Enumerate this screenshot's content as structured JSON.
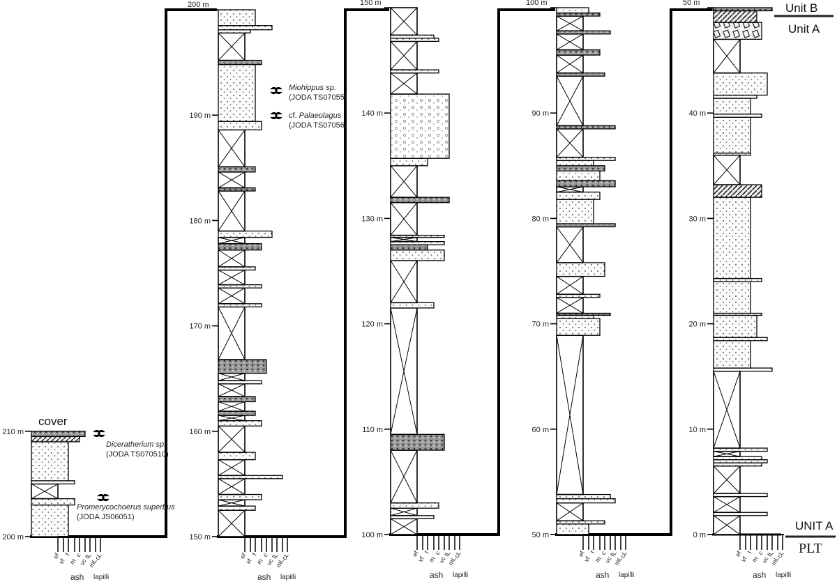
{
  "grain_sizes": [
    "ef",
    "vf",
    "f",
    "m",
    "c",
    "vc",
    "fL",
    "mL",
    "cL"
  ],
  "grain_groups": {
    "ash": "ash",
    "lapilli": "lapilli"
  },
  "unit_labels": {
    "unit_b": "Unit B",
    "unit_a_top": "Unit A",
    "unit_a_bottom": "UNIT A",
    "plt": "PLT"
  },
  "cover_label": "cover",
  "fossils": [
    {
      "name": "Diceratherium sp.",
      "id": "(JODA TS070510)",
      "filled": false
    },
    {
      "name": "Promerycochoerus superbus",
      "id": "(JODA JS06051)",
      "filled": false
    },
    {
      "name": "Miohippus sp.",
      "id": "(JODA TS07055)",
      "filled": true
    },
    {
      "prefix": "cf. ",
      "name": "Palaeolagus",
      "id": "(JODA TS07056)",
      "filled": false
    }
  ],
  "columns": [
    {
      "base_m": 200,
      "top_m": 210,
      "depth_labels": [
        "200 m",
        "210 m"
      ],
      "beds": [
        [
          200,
          203,
          2,
          "tuff"
        ],
        [
          203,
          203.6,
          3,
          "tuff"
        ],
        [
          203.6,
          205,
          0,
          "cover"
        ],
        [
          205,
          205.3,
          3,
          "tuff"
        ],
        [
          205.3,
          209,
          2,
          "tuff"
        ],
        [
          209,
          209.5,
          4,
          "hatch"
        ],
        [
          209.5,
          210,
          5,
          "gravel"
        ]
      ]
    },
    {
      "base_m": 150,
      "top_m": 200,
      "depth_labels": [
        "150 m",
        "160 m",
        "170 m",
        "180 m",
        "190 m",
        "200 m"
      ],
      "beds": [
        [
          150,
          152.5,
          0,
          "cover"
        ],
        [
          152.5,
          152.9,
          2,
          "tuff"
        ],
        [
          152.9,
          153.5,
          0,
          "cover"
        ],
        [
          153.5,
          154,
          3,
          "tuff"
        ],
        [
          154,
          155.5,
          0,
          "cover"
        ],
        [
          155.5,
          155.8,
          7,
          "tuff"
        ],
        [
          155.8,
          157.3,
          0,
          "cover"
        ],
        [
          157.3,
          158,
          2,
          "tuff"
        ],
        [
          158,
          160.5,
          0,
          "cover"
        ],
        [
          160.5,
          161,
          3,
          "tuff"
        ],
        [
          161,
          161.5,
          0,
          "cover"
        ],
        [
          161.5,
          161.9,
          2,
          "gravel"
        ],
        [
          161.9,
          162.8,
          0,
          "cover"
        ],
        [
          162.8,
          163.3,
          2,
          "gravel"
        ],
        [
          163.3,
          164.5,
          0,
          "cover"
        ],
        [
          164.5,
          164.8,
          3,
          "tuff"
        ],
        [
          164.8,
          165.5,
          0,
          "cover"
        ],
        [
          165.5,
          166.8,
          4,
          "gravel"
        ],
        [
          166.8,
          171.8,
          0,
          "cover"
        ],
        [
          171.8,
          172.1,
          3,
          "tuff"
        ],
        [
          172.1,
          173.6,
          0,
          "cover"
        ],
        [
          173.6,
          173.9,
          3,
          "tuff"
        ],
        [
          173.9,
          175.3,
          0,
          "cover"
        ],
        [
          175.3,
          175.6,
          2,
          "tuff"
        ],
        [
          175.6,
          177.2,
          0,
          "cover"
        ],
        [
          177.2,
          177.8,
          3,
          "gravel"
        ],
        [
          177.8,
          178.4,
          0,
          "cover"
        ],
        [
          178.4,
          179,
          5,
          "tuff"
        ],
        [
          179,
          182.8,
          0,
          "cover"
        ],
        [
          182.8,
          183.1,
          2,
          "gravel"
        ],
        [
          183.1,
          184.6,
          0,
          "cover"
        ],
        [
          184.6,
          185.1,
          2,
          "gravel"
        ],
        [
          185.1,
          188.6,
          0,
          "cover"
        ],
        [
          188.6,
          189.4,
          3,
          "tuff"
        ],
        [
          189.4,
          194.8,
          2,
          "tuff"
        ],
        [
          194.8,
          195.2,
          3,
          "gravel"
        ],
        [
          195.2,
          197.8,
          0,
          "cover"
        ],
        [
          197.8,
          198.1,
          1,
          "tuff"
        ],
        [
          198.1,
          198.5,
          5,
          "tuff"
        ],
        [
          198.5,
          200,
          2,
          "tuff"
        ]
      ]
    },
    {
      "base_m": 100,
      "top_m": 150,
      "depth_labels": [
        "100 m",
        "110 m",
        "120 m",
        "130 m",
        "140 m",
        "150 m"
      ],
      "beds": [
        [
          100,
          101.5,
          0,
          "cover"
        ],
        [
          101.5,
          101.8,
          3,
          "tuff"
        ],
        [
          101.8,
          102.5,
          0,
          "cover"
        ],
        [
          102.5,
          103,
          4,
          "tuff"
        ],
        [
          103,
          108,
          0,
          "cover"
        ],
        [
          108,
          109.5,
          5,
          "gravel"
        ],
        [
          109.5,
          121.5,
          0,
          "cover"
        ],
        [
          121.5,
          122,
          3,
          "tuff"
        ],
        [
          122,
          126,
          0,
          "cover"
        ],
        [
          126,
          127,
          5,
          "tuff"
        ],
        [
          127,
          127.5,
          2,
          "gravel"
        ],
        [
          127.5,
          127.8,
          5,
          "tuff"
        ],
        [
          127.8,
          128.2,
          0,
          "cover"
        ],
        [
          128.2,
          128.4,
          5,
          "tuff"
        ],
        [
          128.4,
          131.5,
          0,
          "cover"
        ],
        [
          131.5,
          132,
          6,
          "gravel"
        ],
        [
          132,
          135,
          0,
          "cover"
        ],
        [
          135,
          135.7,
          2,
          "tuff"
        ],
        [
          135.7,
          141.8,
          6,
          "circles"
        ],
        [
          141.8,
          143.8,
          0,
          "cover"
        ],
        [
          143.8,
          144.1,
          4,
          "tuff"
        ],
        [
          144.1,
          146.8,
          0,
          "cover"
        ],
        [
          146.8,
          147.1,
          4,
          "tuff"
        ],
        [
          147.1,
          147.4,
          3,
          "tuff"
        ],
        [
          147.4,
          150,
          0,
          "cover"
        ]
      ]
    },
    {
      "base_m": 50,
      "top_m": 100,
      "depth_labels": [
        "50 m",
        "60 m",
        "70 m",
        "80 m",
        "90 m",
        "100 m"
      ],
      "beds": [
        [
          50,
          51,
          1,
          "tuff"
        ],
        [
          51,
          51.3,
          4,
          "tuff"
        ],
        [
          51.3,
          53,
          0,
          "cover"
        ],
        [
          53,
          53.4,
          6,
          "tuff"
        ],
        [
          53.4,
          53.8,
          5,
          "tuff"
        ],
        [
          53.8,
          68.9,
          0,
          "cover"
        ],
        [
          68.9,
          70.5,
          3,
          "tuff"
        ],
        [
          70.5,
          70.8,
          2,
          "tuff"
        ],
        [
          70.8,
          71,
          5,
          "gravel"
        ],
        [
          71,
          72.5,
          0,
          "cover"
        ],
        [
          72.5,
          72.8,
          3,
          "tuff"
        ],
        [
          72.8,
          74.5,
          0,
          "cover"
        ],
        [
          74.5,
          75.8,
          4,
          "tuff"
        ],
        [
          75.8,
          79.2,
          0,
          "cover"
        ],
        [
          79.2,
          79.5,
          6,
          "gravel"
        ],
        [
          79.5,
          81.8,
          2,
          "tuff"
        ],
        [
          81.8,
          82.5,
          3,
          "tuff"
        ],
        [
          82.5,
          83,
          0,
          "cover"
        ],
        [
          83,
          83.6,
          6,
          "gravel"
        ],
        [
          83.6,
          84.5,
          3,
          "tuff"
        ],
        [
          84.5,
          85,
          4,
          "gravel"
        ],
        [
          85,
          85.5,
          2,
          "tuff"
        ],
        [
          85.5,
          85.8,
          6,
          "tuff"
        ],
        [
          85.8,
          88.5,
          0,
          "cover"
        ],
        [
          88.5,
          88.8,
          6,
          "gravel"
        ],
        [
          88.8,
          93.5,
          0,
          "cover"
        ],
        [
          93.5,
          93.8,
          4,
          "gravel"
        ],
        [
          93.8,
          95.5,
          0,
          "cover"
        ],
        [
          95.5,
          96,
          3,
          "gravel"
        ],
        [
          96,
          97.5,
          0,
          "cover"
        ],
        [
          97.5,
          97.8,
          5,
          "gravel"
        ],
        [
          97.8,
          99.2,
          0,
          "cover"
        ],
        [
          99.2,
          99.5,
          3,
          "gravel"
        ],
        [
          99.5,
          100,
          1,
          "tuff"
        ]
      ]
    },
    {
      "base_m": 0,
      "top_m": 50,
      "depth_labels": [
        "0 m",
        "10 m",
        "20 m",
        "30 m",
        "40 m",
        "50 m"
      ],
      "beds": [
        [
          0,
          1.8,
          0,
          "cover"
        ],
        [
          1.8,
          2.1,
          5,
          "tuff"
        ],
        [
          2.1,
          3.6,
          0,
          "cover"
        ],
        [
          3.6,
          3.9,
          5,
          "tuff"
        ],
        [
          3.9,
          6.5,
          0,
          "cover"
        ],
        [
          6.5,
          6.8,
          4,
          "tuff"
        ],
        [
          6.8,
          7.1,
          5,
          "tuff"
        ],
        [
          7.1,
          7.4,
          4,
          "tuff"
        ],
        [
          7.4,
          7.9,
          0,
          "cover"
        ],
        [
          7.9,
          8.2,
          5,
          "tuff"
        ],
        [
          8.2,
          15.5,
          0,
          "cover"
        ],
        [
          15.5,
          15.8,
          6,
          "tuff"
        ],
        [
          15.8,
          18.4,
          2,
          "tuff"
        ],
        [
          18.4,
          18.7,
          5,
          "tuff"
        ],
        [
          18.7,
          20.8,
          3,
          "tuff"
        ],
        [
          20.8,
          21,
          4,
          "tuff"
        ],
        [
          21,
          24,
          2,
          "tuff"
        ],
        [
          24,
          24.3,
          4,
          "tuff"
        ],
        [
          24.3,
          32,
          2,
          "tuff"
        ],
        [
          32,
          33.2,
          4,
          "hatch"
        ],
        [
          33.2,
          36,
          0,
          "cover"
        ],
        [
          36,
          36.2,
          2,
          "tuff"
        ],
        [
          36.2,
          39.6,
          2,
          "tuff"
        ],
        [
          39.6,
          39.9,
          4,
          "tuff"
        ],
        [
          39.9,
          41.4,
          2,
          "tuff"
        ],
        [
          41.4,
          41.7,
          3,
          "tuff"
        ],
        [
          41.7,
          43.8,
          5,
          "tuff"
        ],
        [
          43.8,
          47,
          0,
          "cover"
        ],
        [
          47,
          48.6,
          4,
          "boulder"
        ],
        [
          48.6,
          49.7,
          3,
          "hatch"
        ],
        [
          49.7,
          50,
          6,
          "gravel"
        ]
      ]
    }
  ]
}
